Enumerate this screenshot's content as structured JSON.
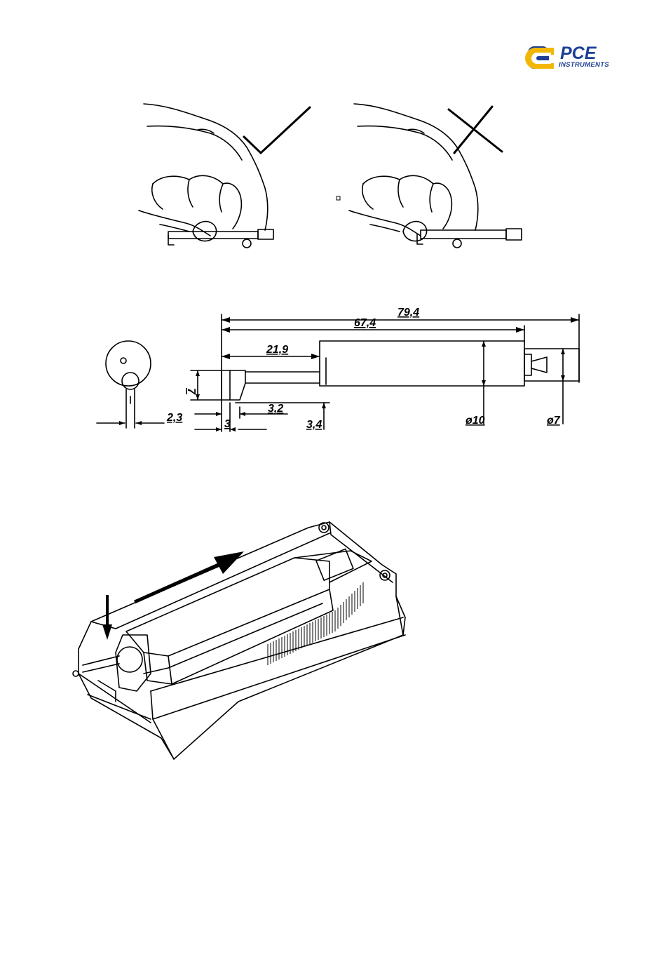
{
  "logo": {
    "brand": "PCE",
    "tagline": "INSTRUMENTS",
    "colors": {
      "blue": "#1c3f95",
      "yellow": "#f2b705"
    }
  },
  "figure_handling": {
    "correct_mark_icon": "check-mark-icon",
    "wrong_mark_icon": "cross-mark-icon"
  },
  "figure_dimensions": {
    "overall_length": "79,4",
    "body_length": "67,4",
    "tip_length": "21,9",
    "tip_height": "7",
    "offset_2_3": "2,3",
    "offset_3": "3",
    "offset_3_2": "3,2",
    "offset_3_4": "3,4",
    "diameter_body": "ø10",
    "diameter_connector": "ø7"
  },
  "figure_device": {
    "insert_arrow_icon": "arrow-down-icon",
    "slide_arrow_icon": "arrow-right-icon"
  }
}
